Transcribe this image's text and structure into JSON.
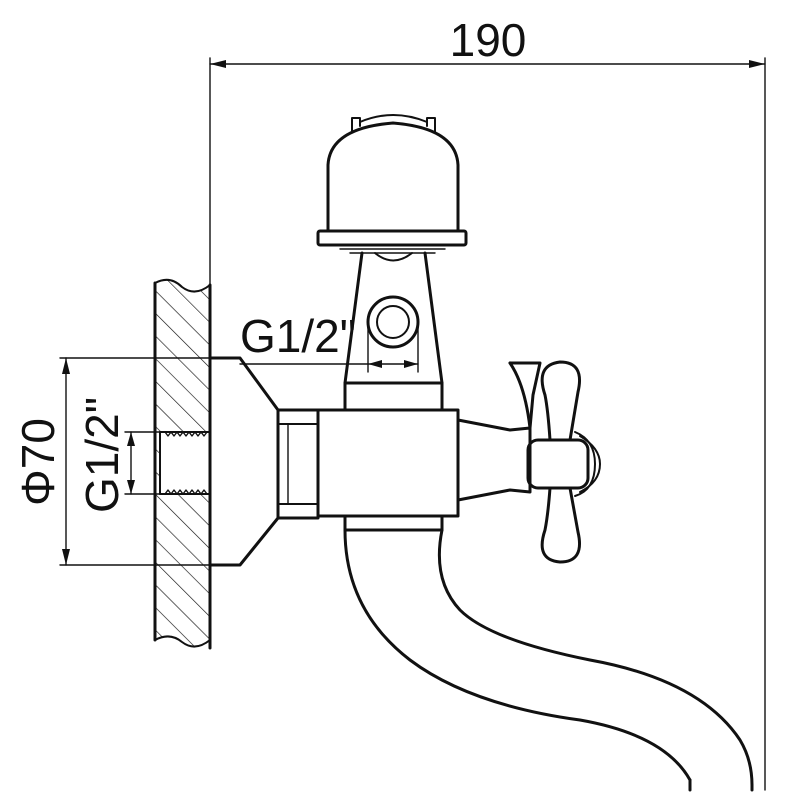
{
  "dimensions": {
    "overall_width": "190",
    "outlet_thread": "G1/2\"",
    "escutcheon_diameter": "Φ70",
    "inlet_thread": "G1/2\""
  },
  "colors": {
    "line": "#111111",
    "background": "#ffffff"
  }
}
